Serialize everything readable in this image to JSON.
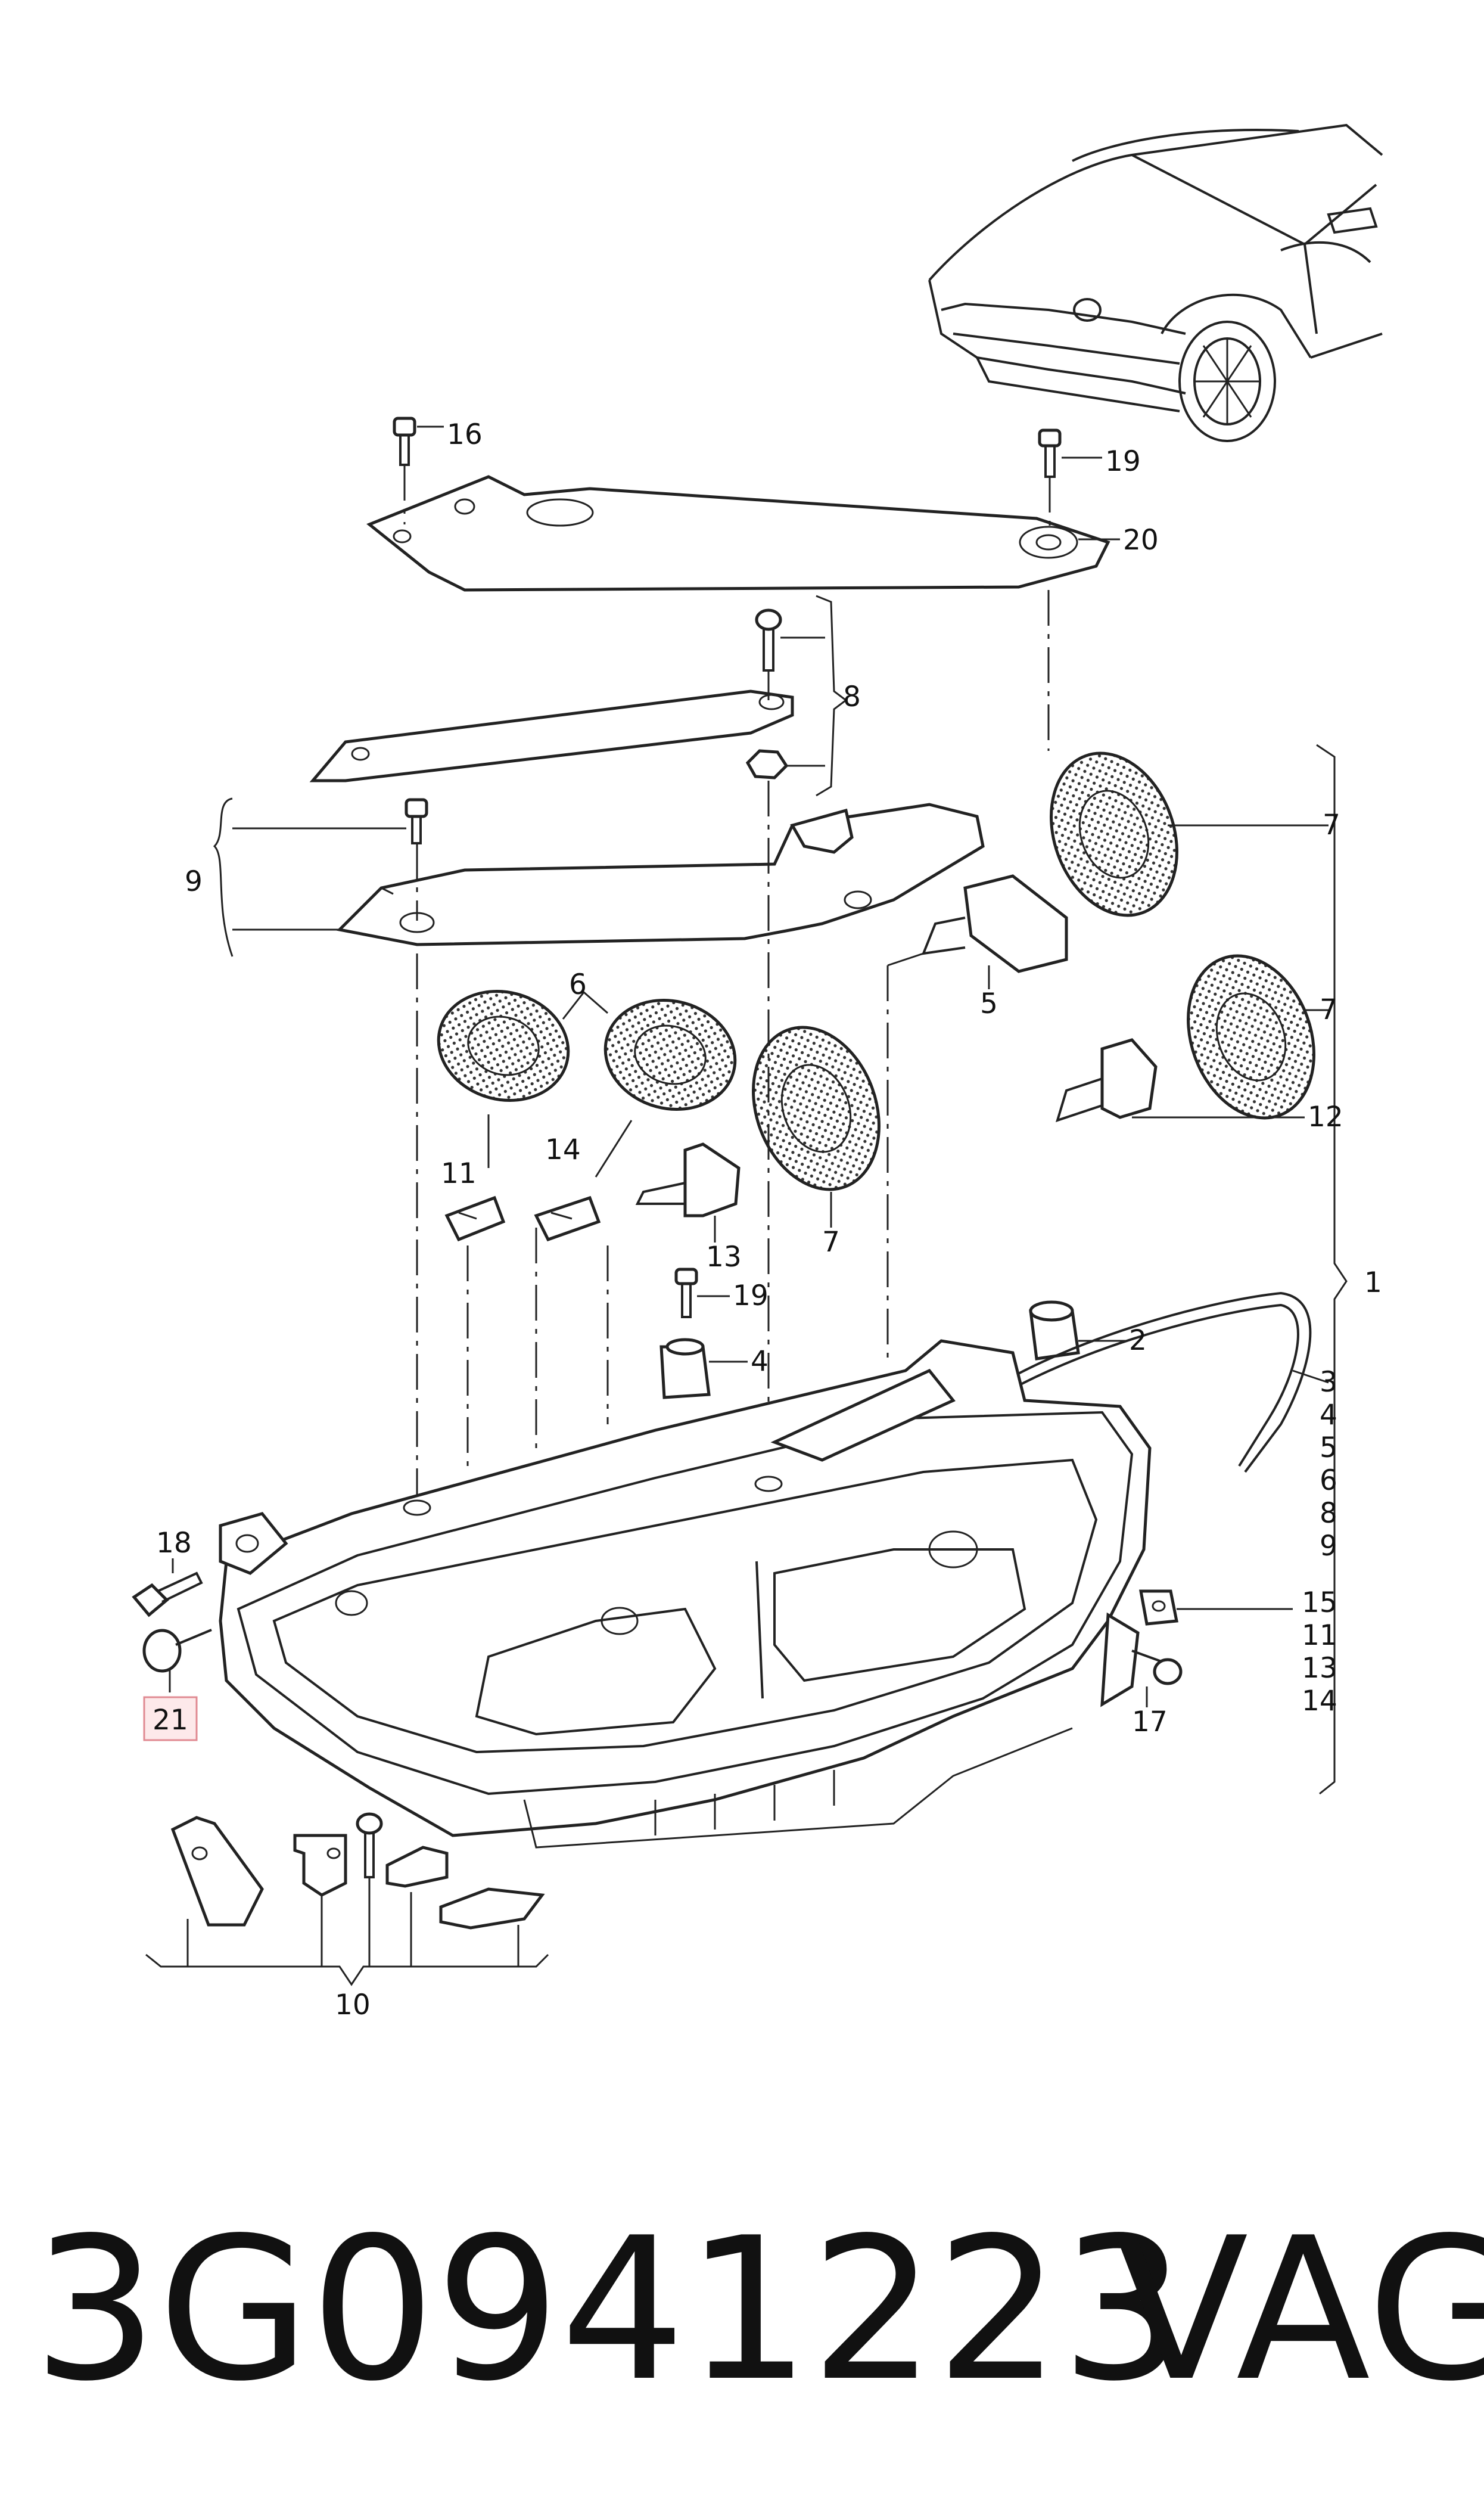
{
  "callouts": {
    "c1": "1",
    "c2": "2",
    "c3": "3",
    "c4": "4",
    "c5": "5",
    "c6": "6",
    "c7a": "7",
    "c7b": "7",
    "c7c": "7",
    "c8": "8",
    "c9": "9",
    "c10": "10",
    "c11": "11",
    "c12": "12",
    "c13": "13",
    "c14": "14",
    "c15": "15",
    "c16": "16",
    "c17": "17",
    "c18": "18",
    "c19a": "19",
    "c19b": "19",
    "c20": "20",
    "c21": "21"
  },
  "contents_list": [
    "3",
    "4",
    "5",
    "6",
    "8",
    "9",
    "15",
    "11",
    "13",
    "14"
  ],
  "footer": {
    "part_number": "3G0941223",
    "brand": "VAG"
  },
  "colors": {
    "highlight_fill": "#fde9ea",
    "highlight_stroke": "#e08a92",
    "line": "#222222"
  }
}
